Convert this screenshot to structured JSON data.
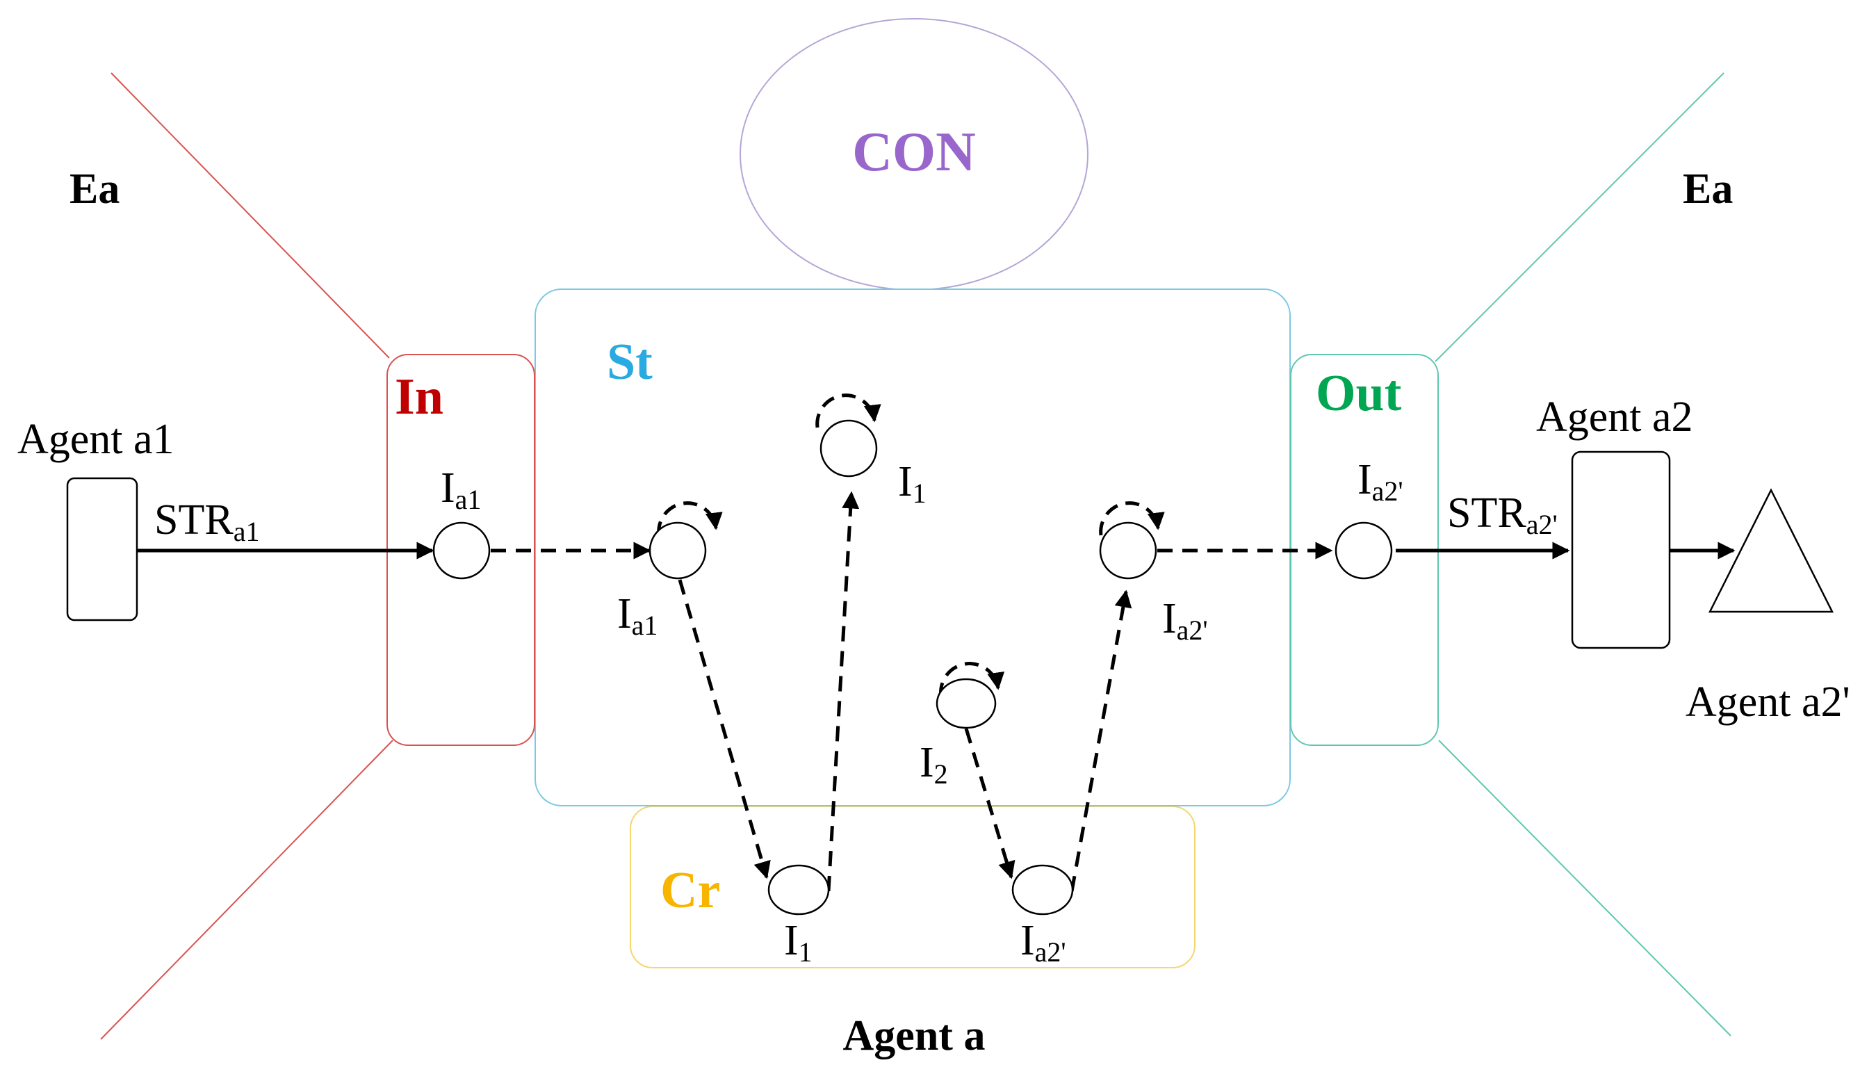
{
  "colors": {
    "in": "#c00000",
    "st": "#29abe2",
    "out": "#00a651",
    "cr": "#f7b500",
    "con": "#9966cc",
    "in_line": "#d9534f",
    "out_line": "#5fc7b0",
    "st_border": "#7ec8e3",
    "cr_border": "#f5d76e",
    "con_border": "#b5a6d6"
  },
  "labels": {
    "ea_left": "Ea",
    "ea_right": "Ea",
    "con": "CON",
    "in": "In",
    "st": "St",
    "out": "Out",
    "cr": "Cr",
    "agent_a": "Agent a",
    "agent_a1": "Agent a1",
    "agent_a2": "Agent a2",
    "agent_a2p": "Agent a2'"
  },
  "arrows": {
    "str_a1": {
      "main": "STR",
      "sub": "a1"
    },
    "str_a2p": {
      "main": "STR",
      "sub": "a2'"
    }
  },
  "node_labels": {
    "in_ia1": {
      "main": "I",
      "sub": "a1"
    },
    "st_ia1": {
      "main": "I",
      "sub": "a1"
    },
    "st_i1": {
      "main": "I",
      "sub": "1"
    },
    "st_i2": {
      "main": "I",
      "sub": "2"
    },
    "st_ia2p": {
      "main": "I",
      "sub": "a2'"
    },
    "out_ia2p": {
      "main": "I",
      "sub": "a2'"
    },
    "cr_i1": {
      "main": "I",
      "sub": "1"
    },
    "cr_ia2p": {
      "main": "I",
      "sub": "a2'"
    }
  }
}
